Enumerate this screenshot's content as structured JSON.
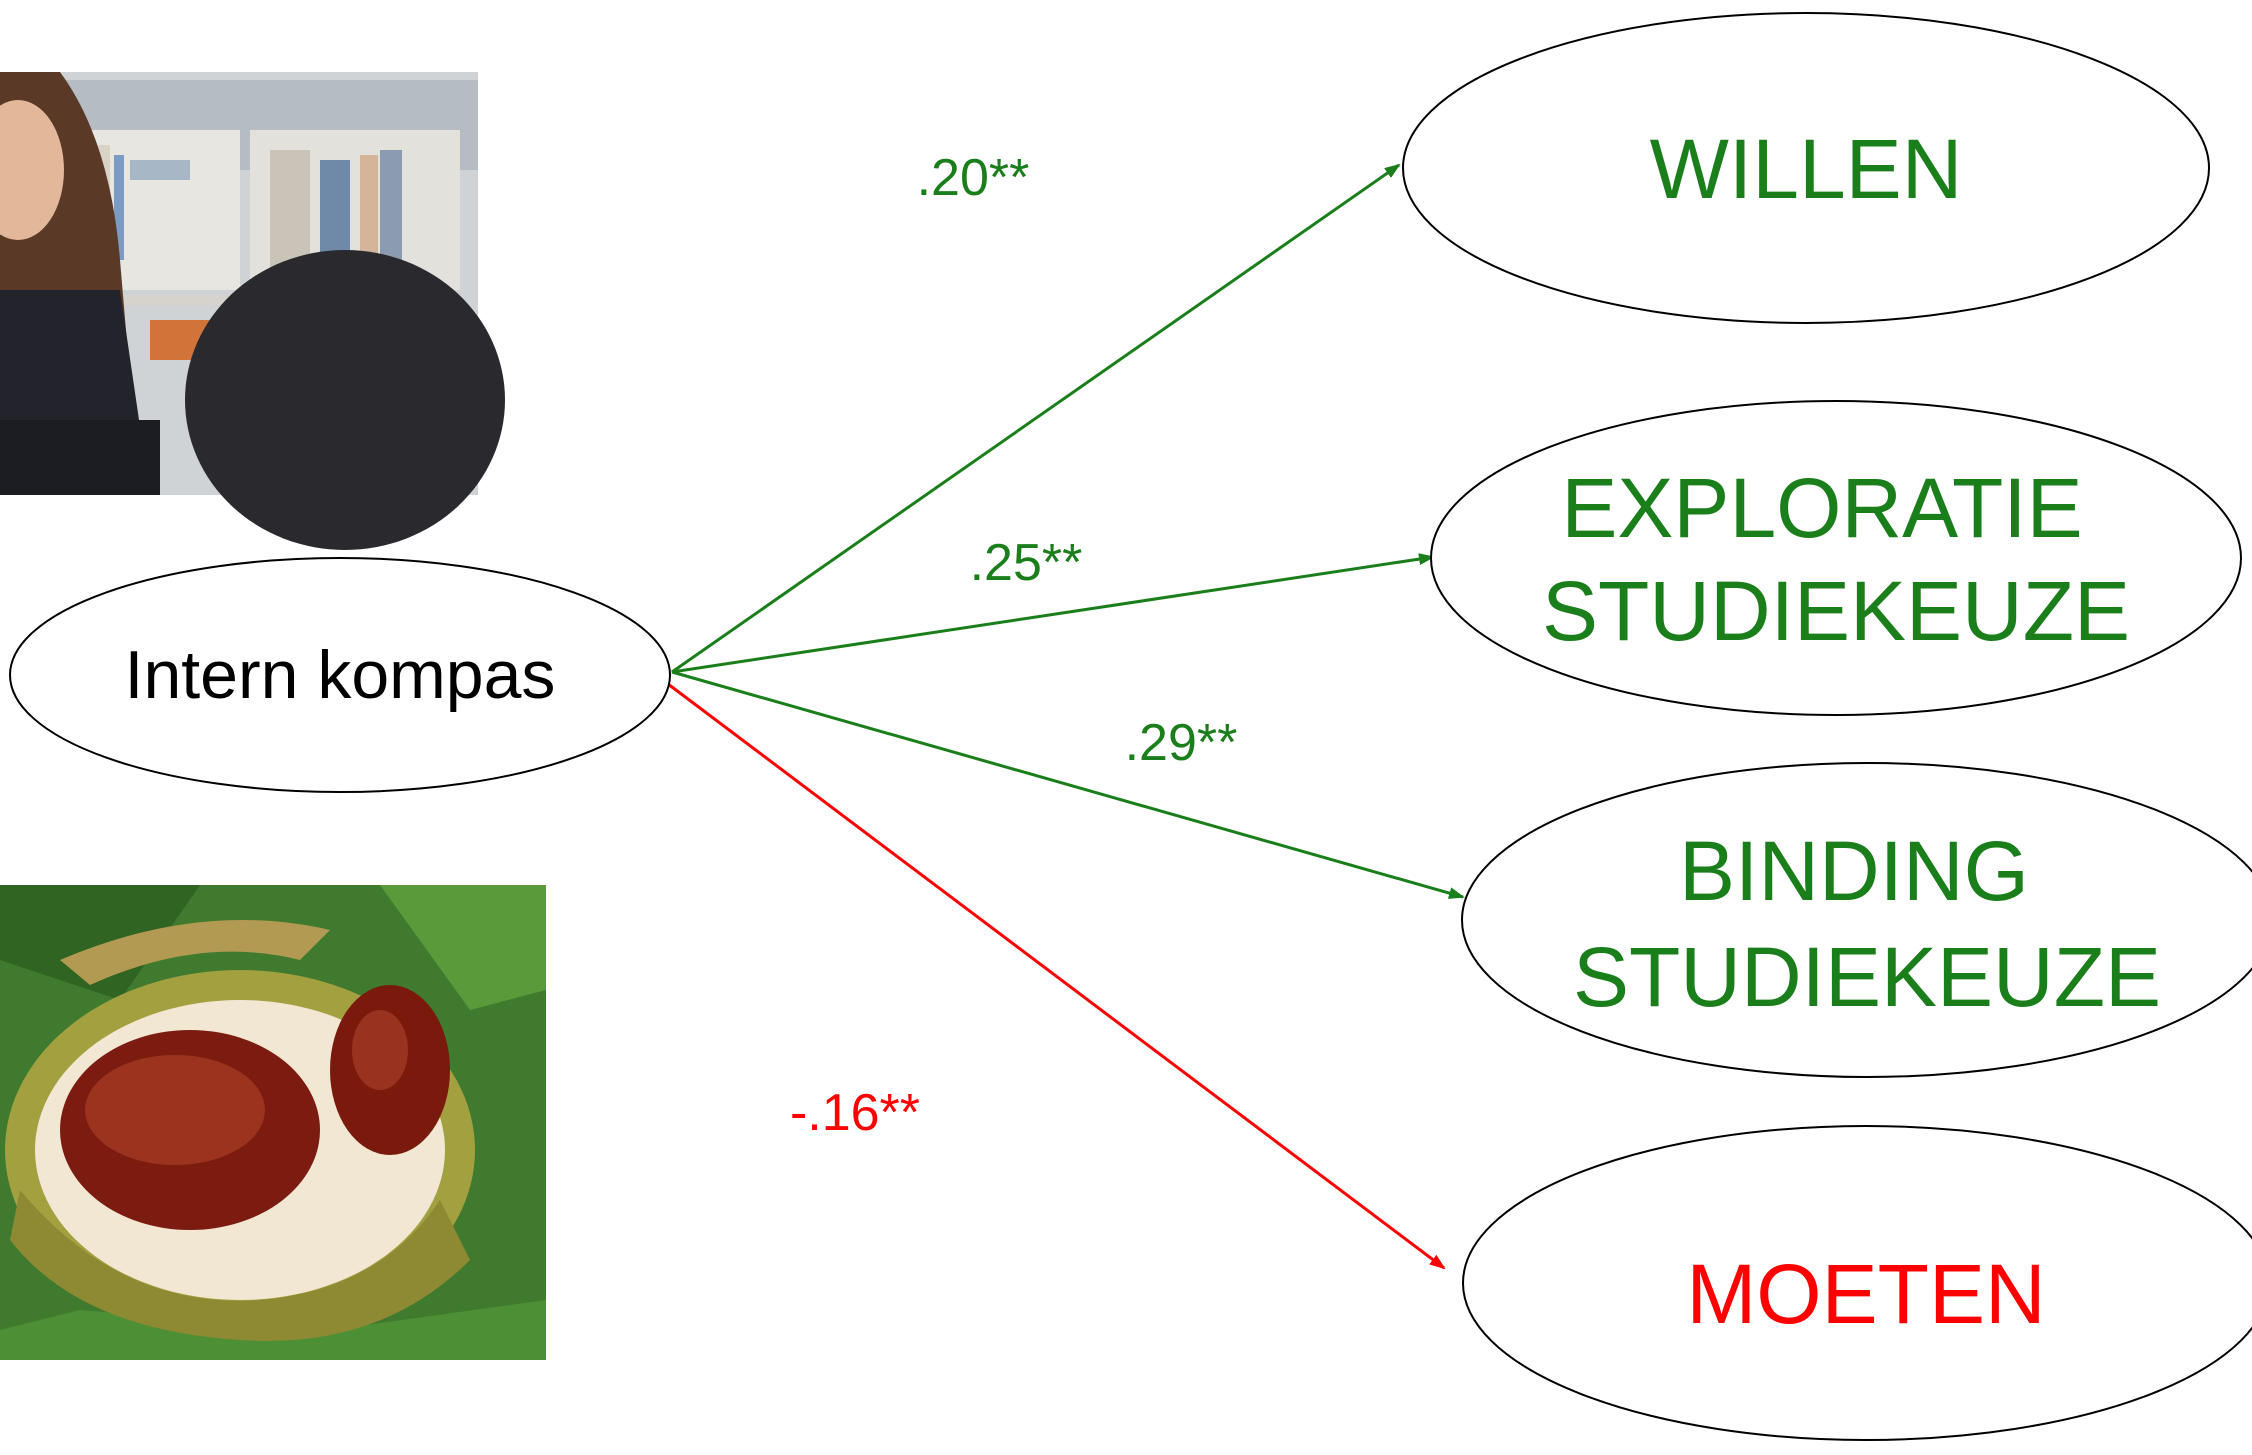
{
  "colors": {
    "positive": "#1a7f1a",
    "negative": "#ff0000",
    "node_text_default": "#000000"
  },
  "source": {
    "label": "Intern kompas"
  },
  "targets": [
    {
      "lines": [
        "WILLEN"
      ],
      "color": "#1a7f1a"
    },
    {
      "lines": [
        "EXPLORATIE",
        "STUDIEKEUZE"
      ],
      "color": "#1a7f1a"
    },
    {
      "lines": [
        "BINDING",
        "STUDIEKEUZE"
      ],
      "color": "#1a7f1a"
    },
    {
      "lines": [
        "MOETEN"
      ],
      "color": "#ff0000"
    }
  ],
  "paths": [
    {
      "coefficient": ".20**",
      "color": "#1a7f1a"
    },
    {
      "coefficient": ".25**",
      "color": "#1a7f1a"
    },
    {
      "coefficient": ".29**",
      "color": "#1a7f1a"
    },
    {
      "coefficient": "-.16**",
      "color": "#ff0000"
    }
  ],
  "images": [
    {
      "name": "student-photo"
    },
    {
      "name": "chestnut-photo"
    }
  ]
}
